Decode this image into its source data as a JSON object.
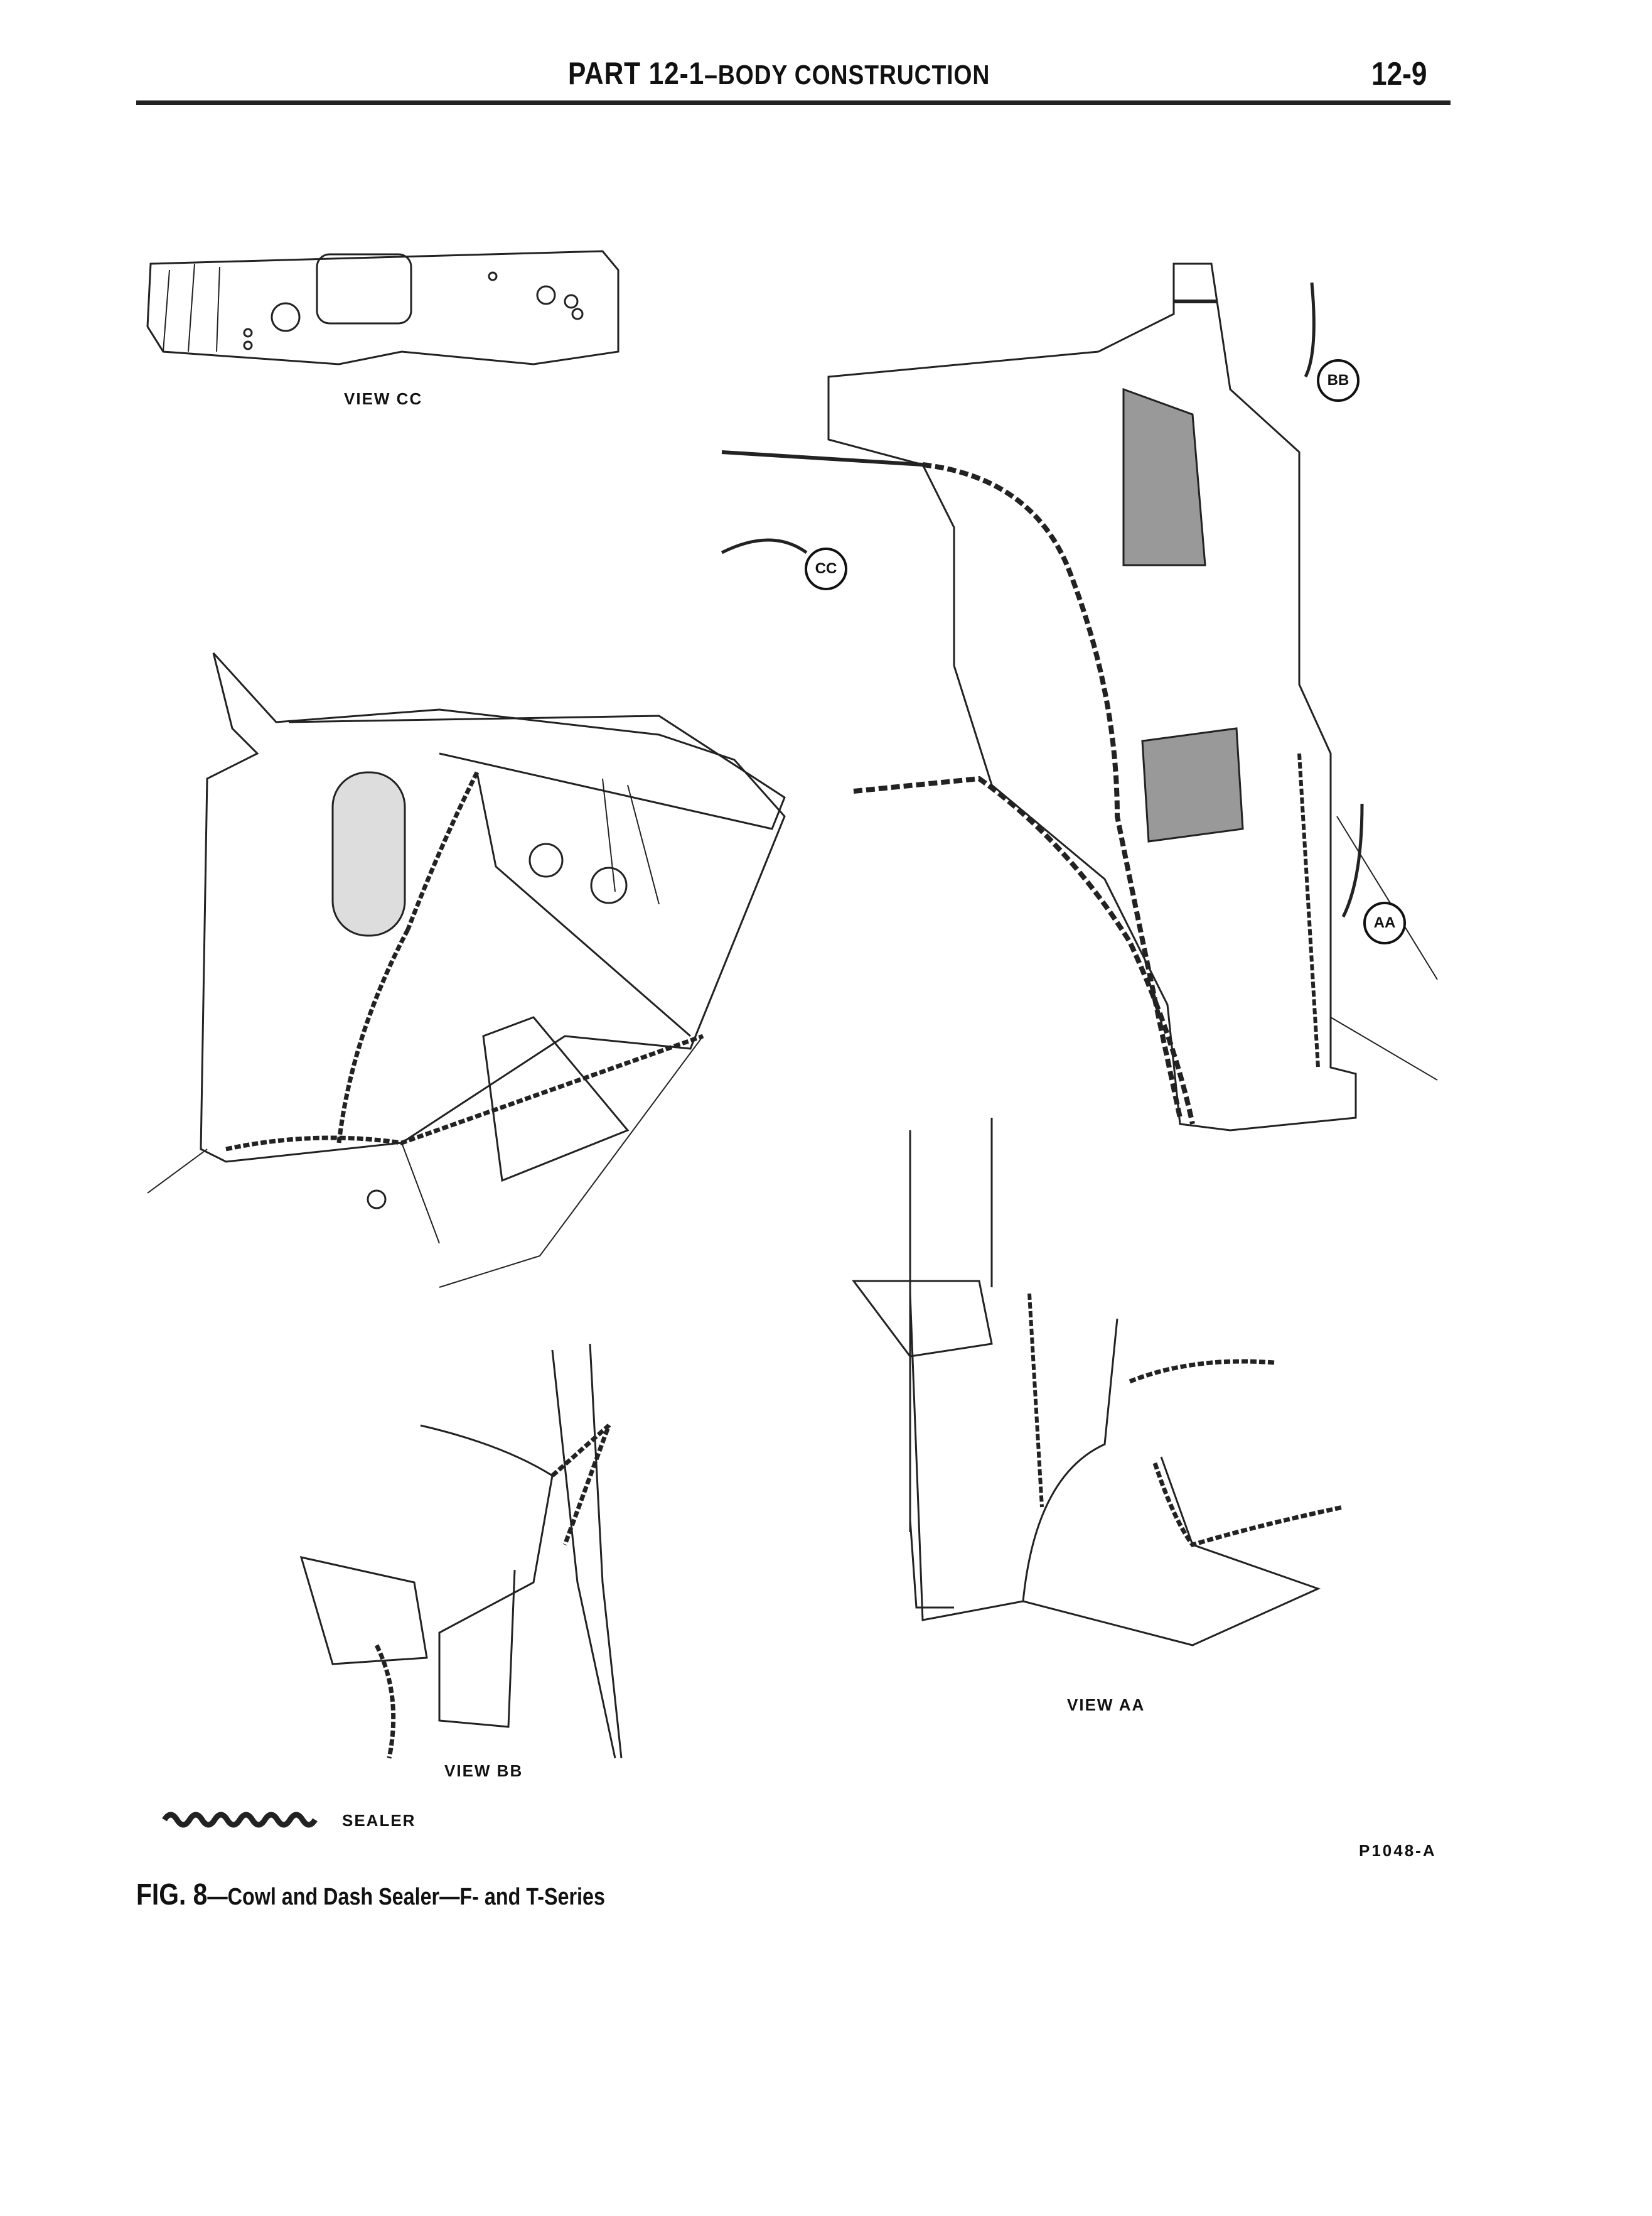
{
  "header": {
    "part": "PART 12-1",
    "section": "BODY CONSTRUCTION",
    "page_number": "12-9"
  },
  "figure": {
    "views": {
      "cc": "VIEW CC",
      "bb": "VIEW BB",
      "aa": "VIEW AA"
    },
    "callouts": {
      "cc": "CC",
      "bb": "BB",
      "aa": "AA"
    },
    "legend_label": "SEALER",
    "code": "P1048-A"
  },
  "caption": {
    "number": "FIG. 8",
    "text": "—Cowl and Dash Sealer—F- and T-Series"
  }
}
